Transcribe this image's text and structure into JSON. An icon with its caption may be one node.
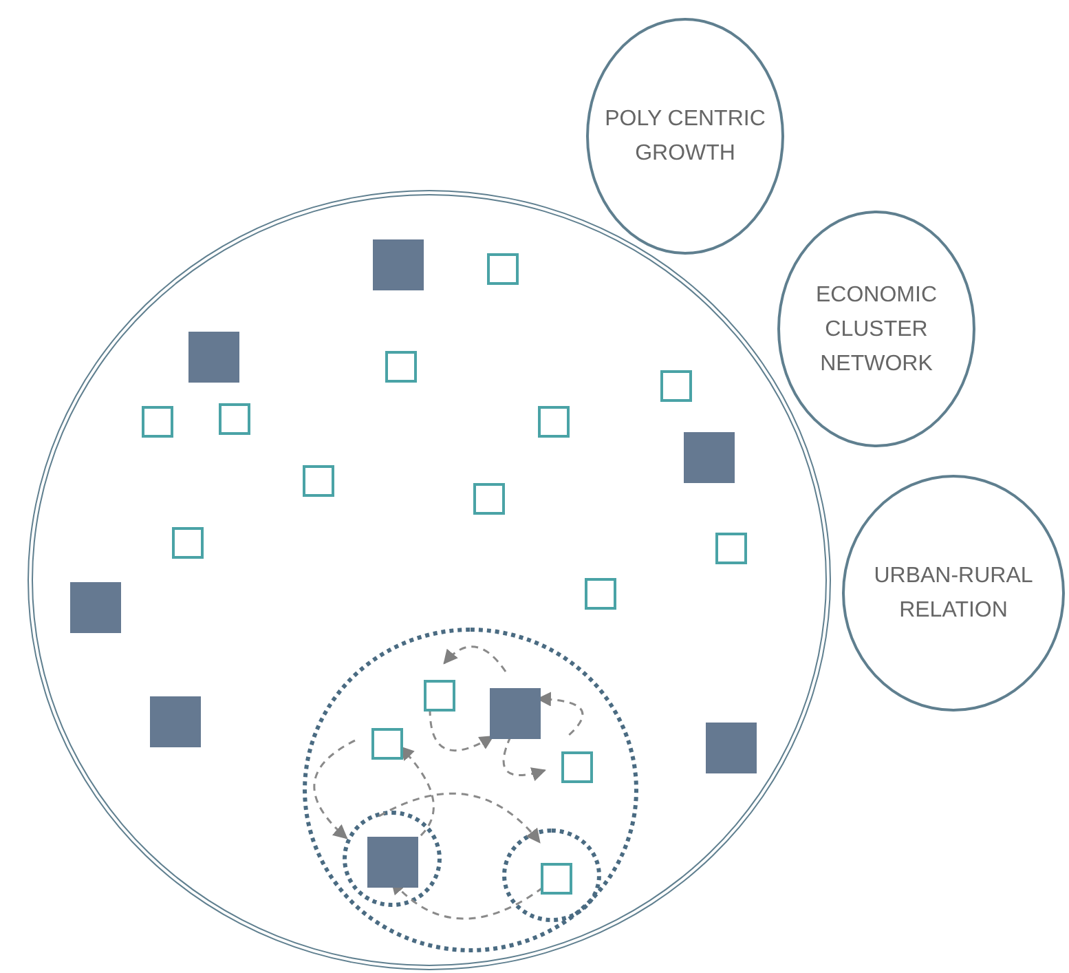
{
  "diagram": {
    "nodes": [
      {
        "text": [
          "POLY CENTRIC GROWTH"
        ]
      },
      {
        "text": [
          "ECONOMIC CLUSTER NETWORK"
        ]
      },
      {
        "text": [
          "URBAN-RURAL RELATION"
        ]
      },
      {
        "text": [],
        "shape": "circle"
      },
      {
        "text": [],
        "shape": "circle",
        "in": 3
      },
      {
        "text": [],
        "shape": "circle",
        "in": 4
      },
      {
        "text": [],
        "shape": "circle",
        "in": 4
      },
      {
        "text": [],
        "shape": "block",
        "in": 3
      },
      {
        "text": [],
        "shape": "box",
        "in": 3
      },
      {
        "text": [],
        "shape": "block",
        "in": 3
      },
      {
        "text": [],
        "shape": "box",
        "in": 3
      },
      {
        "text": [],
        "shape": "box",
        "in": 3
      },
      {
        "text": [],
        "shape": "box",
        "in": 3
      },
      {
        "text": [],
        "shape": "box",
        "in": 3
      },
      {
        "text": [],
        "shape": "box",
        "in": 3
      },
      {
        "text": [],
        "shape": "block",
        "in": 3
      },
      {
        "text": [],
        "shape": "box",
        "in": 3
      },
      {
        "text": [],
        "shape": "box",
        "in": 3
      },
      {
        "text": [],
        "shape": "box",
        "in": 3
      },
      {
        "text": [],
        "shape": "box",
        "in": 3
      },
      {
        "text": [],
        "shape": "box",
        "in": 3
      },
      {
        "text": [],
        "shape": "block",
        "in": 3
      },
      {
        "text": [],
        "shape": "block",
        "in": 3
      },
      {
        "text": [],
        "shape": "block",
        "in": 3
      },
      {
        "text": [],
        "shape": "box",
        "in": 4
      },
      {
        "text": [],
        "shape": "block",
        "in": 4
      },
      {
        "text": [],
        "shape": "box",
        "in": 4
      },
      {
        "text": [],
        "shape": "box",
        "in": 4
      },
      {
        "text": [],
        "shape": "block",
        "in": 5
      },
      {
        "text": [],
        "shape": "box",
        "in": 6
      }
    ],
    "edges": [
      {
        "from": 25,
        "to": 24,
        "arrow": "to",
        "style": "dashed"
      },
      {
        "from": 27,
        "to": 25,
        "arrow": "to",
        "style": "dashed"
      },
      {
        "from": 24,
        "to": 25,
        "arrow": "to",
        "style": "dashed"
      },
      {
        "from": 25,
        "to": 27,
        "arrow": "to",
        "style": "dashed"
      },
      {
        "from": 26,
        "to": 28,
        "arrow": "to",
        "style": "dashed"
      },
      {
        "from": 28,
        "to": 26,
        "arrow": "to",
        "style": "dashed"
      },
      {
        "from": 28,
        "to": 29,
        "arrow": "to",
        "style": "dashed"
      },
      {
        "from": 29,
        "to": 28,
        "arrow": "to",
        "style": "dashed"
      }
    ]
  }
}
